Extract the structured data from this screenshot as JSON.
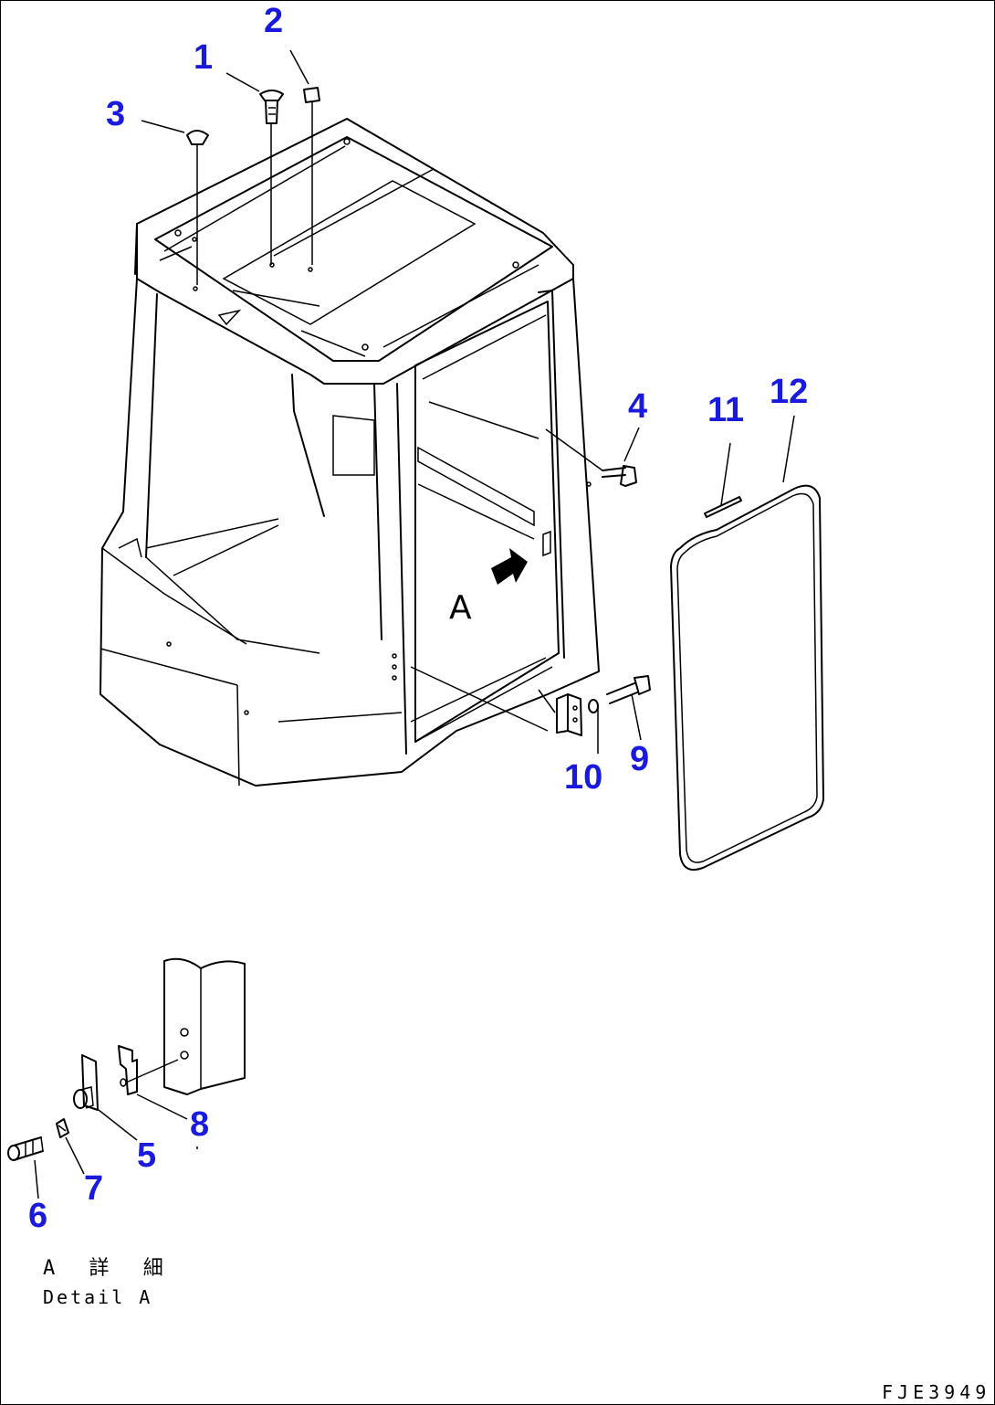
{
  "diagram": {
    "callouts": [
      {
        "id": "c1",
        "label": "1"
      },
      {
        "id": "c2",
        "label": "2"
      },
      {
        "id": "c3",
        "label": "3"
      },
      {
        "id": "c4",
        "label": "4"
      },
      {
        "id": "c5",
        "label": "5"
      },
      {
        "id": "c6",
        "label": "6"
      },
      {
        "id": "c7",
        "label": "7"
      },
      {
        "id": "c8",
        "label": "8"
      },
      {
        "id": "c9",
        "label": "9"
      },
      {
        "id": "c10",
        "label": "10"
      },
      {
        "id": "c11",
        "label": "11"
      },
      {
        "id": "c12",
        "label": "12"
      }
    ],
    "view_marker": "A",
    "detail_label_jp": "A 詳 細",
    "detail_label_en": "Detail A",
    "drawing_code": "FJE3949"
  },
  "colors": {
    "callout": "#1a1adc",
    "line": "#000000",
    "background": "#ffffff"
  }
}
